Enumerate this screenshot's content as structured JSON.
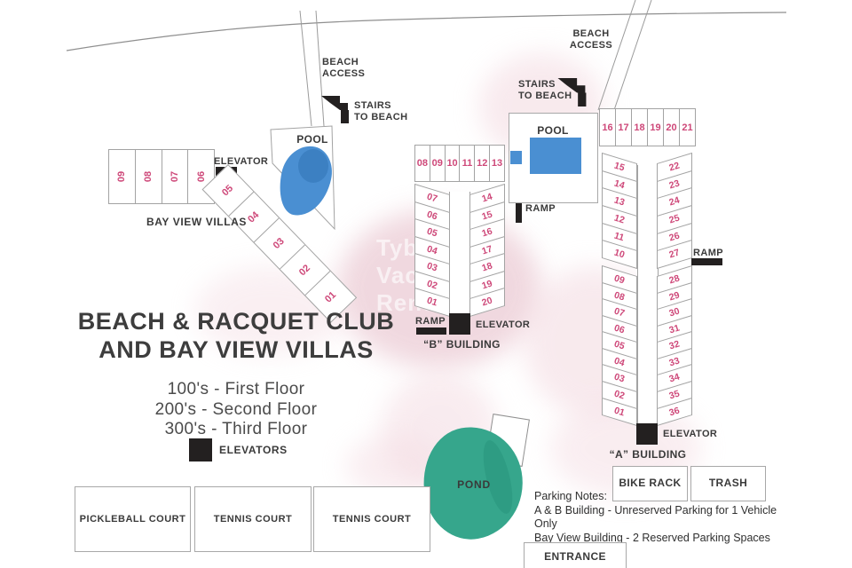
{
  "title": {
    "line1": "BEACH & RACQUET CLUB",
    "line2": "AND BAY VIEW VILLAS"
  },
  "legend": {
    "floor1": "100's - First Floor",
    "floor2": "200's - Second Floor",
    "floor3": "300's - Third Floor",
    "elevators": "ELEVATORS"
  },
  "labels": {
    "beach": "BEACH",
    "access": "ACCESS",
    "stairs": "STAIRS",
    "to_beach": "TO BEACH",
    "pool": "POOL",
    "pond": "POND",
    "ramp": "RAMP",
    "elevator": "ELEVATOR",
    "bay_view_villas": "BAY VIEW VILLAS",
    "a_building": "“A” BUILDING",
    "b_building": "“B” BUILDING"
  },
  "units": {
    "bay_view_row": [
      "09",
      "08",
      "07",
      "06"
    ],
    "bay_view_diagonal": [
      "05",
      "04",
      "03",
      "02",
      "01"
    ],
    "b_flat_row": [
      "08",
      "09",
      "10",
      "11",
      "12",
      "13"
    ],
    "b_left_wing": [
      "07",
      "06",
      "05",
      "04",
      "03",
      "02",
      "01"
    ],
    "b_right_wing": [
      "14",
      "15",
      "16",
      "17",
      "18",
      "19",
      "20"
    ],
    "a_flat_row": [
      "16",
      "17",
      "18",
      "19",
      "20",
      "21"
    ],
    "a_upper_left": [
      "15",
      "14",
      "13",
      "12",
      "11",
      "10"
    ],
    "a_upper_right": [
      "22",
      "23",
      "24",
      "25",
      "26",
      "27"
    ],
    "a_lower_left": [
      "09",
      "08",
      "07",
      "06",
      "05",
      "04",
      "03",
      "02",
      "01"
    ],
    "a_lower_right": [
      "28",
      "29",
      "30",
      "31",
      "32",
      "33",
      "34",
      "35",
      "36"
    ]
  },
  "amenities": {
    "pickleball_court": "PICKLEBALL COURT",
    "tennis_court_1": "TENNIS COURT",
    "tennis_court_2": "TENNIS COURT",
    "bike_rack": "BIKE RACK",
    "trash": "TRASH",
    "entrance": "ENTRANCE"
  },
  "parking_notes": {
    "heading": "Parking Notes:",
    "note1": "A & B Building - Unreserved Parking for 1 Vehicle Only",
    "note2": "Bay View Building - 2 Reserved Parking Spaces"
  },
  "watermark": {
    "line1": "Tybee",
    "line2": "Vacation",
    "line3": "Rentals"
  },
  "colors": {
    "unit_number_pink": "#ce4879",
    "outline_gray": "#a3a3a3",
    "pool_blue": "#4a8fd2",
    "pool_blue_dark": "#3c80c2",
    "pond_teal": "#36a68c",
    "label_dark": "#3a3a3a",
    "icon_black": "#232020",
    "watermark_pink": "#f3d9e0"
  }
}
